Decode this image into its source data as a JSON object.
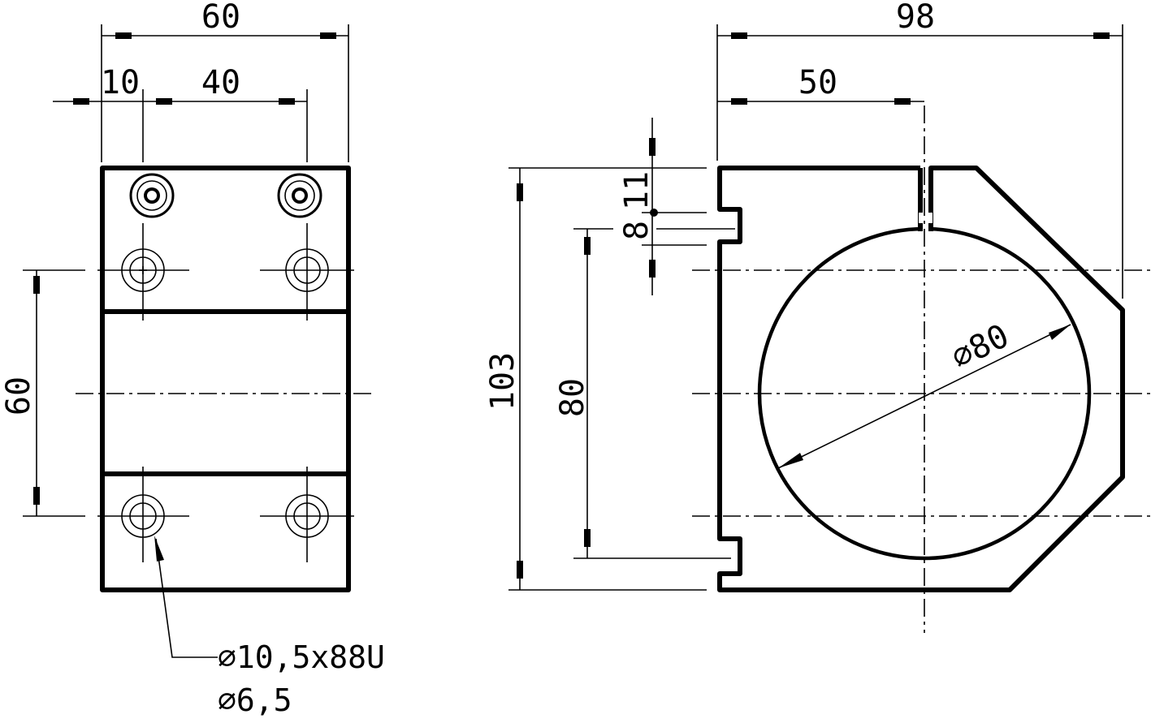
{
  "drawing": {
    "background": "#ffffff",
    "line_color": "#000000",
    "left_view": {
      "name": "top-view",
      "dimensions": {
        "overall_width": "60",
        "edge_to_hole": "10",
        "hole_spacing_x": "40",
        "hole_spacing_y": "60"
      },
      "hole_note": {
        "line1": "⌀10,5x88U",
        "line2": "⌀6,5"
      }
    },
    "right_view": {
      "name": "front-view",
      "dimensions": {
        "overall_width": "98",
        "to_center": "50",
        "overall_height": "103",
        "groove_spacing": "80",
        "groove_top": "11",
        "groove_width": "8",
        "bore_diameter": "⌀80"
      }
    }
  }
}
